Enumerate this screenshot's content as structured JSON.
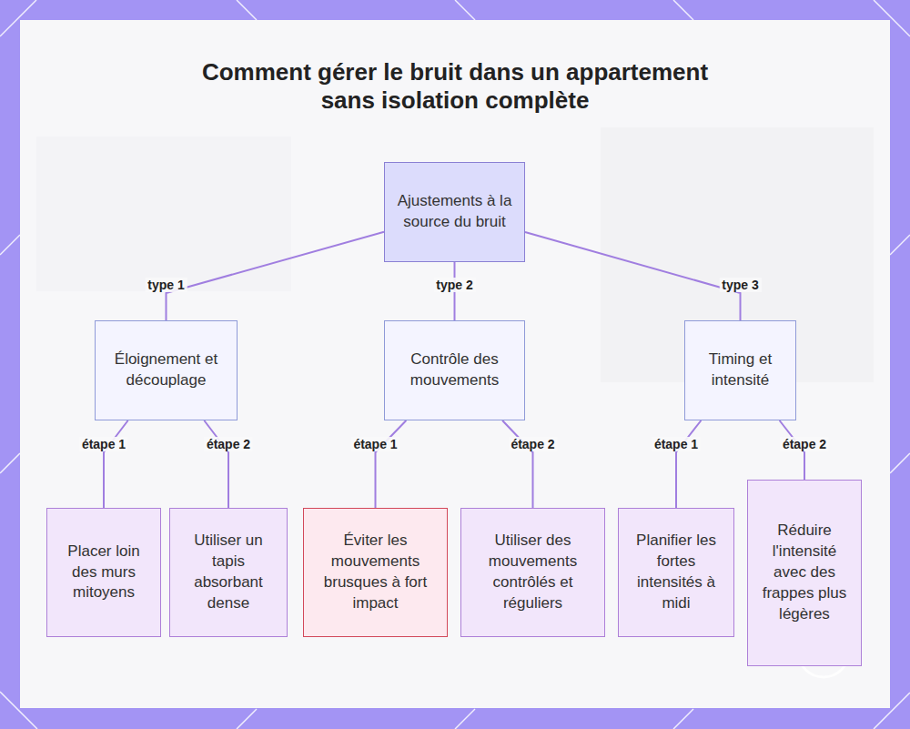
{
  "diagram": {
    "title": "Comment gérer le bruit dans un appartement sans isolation complète",
    "nodes": [
      {
        "text": [
          "Ajustements à la source du bruit"
        ]
      },
      {
        "text": [
          "Éloignement et découplage"
        ]
      },
      {
        "text": [
          "Contrôle des mouvements"
        ]
      },
      {
        "text": [
          "Timing et intensité"
        ]
      },
      {
        "text": [
          "Placer loin des murs mitoyens"
        ]
      },
      {
        "text": [
          "Utiliser un tapis absorbant dense"
        ]
      },
      {
        "text": [
          "Éviter les mouvements brusques à fort impact"
        ]
      },
      {
        "text": [
          "Utiliser des mouvements contrôlés et réguliers"
        ]
      },
      {
        "text": [
          "Planifier les fortes intensités à midi"
        ]
      },
      {
        "text": [
          "Réduire l'intensité avec des frappes plus légères"
        ]
      }
    ],
    "edges": [
      {
        "from": 0,
        "to": 1,
        "label": "type 1",
        "arrow": "none"
      },
      {
        "from": 0,
        "to": 2,
        "label": "type 2",
        "arrow": "none"
      },
      {
        "from": 0,
        "to": 3,
        "label": "type 3",
        "arrow": "none"
      },
      {
        "from": 1,
        "to": 4,
        "label": "étape 1",
        "arrow": "none"
      },
      {
        "from": 1,
        "to": 5,
        "label": "étape 2",
        "arrow": "none"
      },
      {
        "from": 2,
        "to": 6,
        "label": "étape 1",
        "arrow": "none"
      },
      {
        "from": 2,
        "to": 7,
        "label": "étape 2",
        "arrow": "none"
      },
      {
        "from": 3,
        "to": 8,
        "label": "étape 1",
        "arrow": "none"
      },
      {
        "from": 3,
        "to": 9,
        "label": "étape 2",
        "arrow": "none"
      }
    ]
  }
}
